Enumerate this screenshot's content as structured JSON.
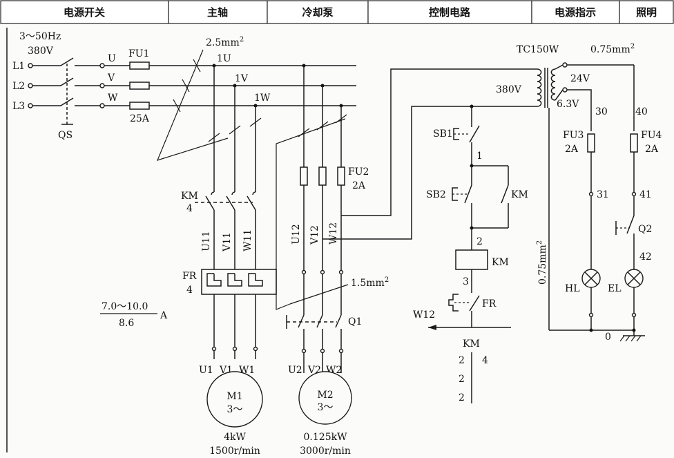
{
  "header": {
    "sections": [
      "电源开关",
      "主轴",
      "冷却泵",
      "控制电路",
      "电源指示",
      "照明"
    ]
  },
  "power": {
    "supply": "3～50Hz",
    "voltage": "380V",
    "lines": [
      "L1",
      "L2",
      "L3"
    ],
    "phases": [
      "U",
      "V",
      "W"
    ],
    "switch": "QS",
    "fuse": "FU1",
    "fuse_rating": "25A",
    "wire_size": "2.5mm",
    "wire_exp": "2",
    "buses": [
      "1U",
      "1V",
      "1W"
    ]
  },
  "spindle": {
    "contactor": "KM",
    "contactor_no": "4",
    "wires": [
      "U11",
      "V11",
      "W11"
    ],
    "relay": "FR",
    "relay_no": "4",
    "current_num": "7.0～10.0",
    "current_den": "8.6",
    "current_unit": "A",
    "terminals": [
      "U1",
      "V1",
      "W1"
    ],
    "motor": "M1",
    "motor_phase": "3～",
    "power": "4kW",
    "speed": "1500r/min"
  },
  "coolant": {
    "fuse": "FU2",
    "fuse_rating": "2A",
    "wires": [
      "U12",
      "V12",
      "W12"
    ],
    "wire_size": "1.5mm",
    "wire_exp": "2",
    "switch": "Q1",
    "terminals": [
      "U2",
      "V2",
      "W2"
    ],
    "motor": "M2",
    "motor_phase": "3～",
    "power": "0.125kW",
    "speed": "3000r/min"
  },
  "transformer": {
    "name": "TC150W",
    "primary": "380V",
    "sec1": "24V",
    "sec2": "6.3V",
    "wire_size": "0.75mm",
    "wire_exp": "2"
  },
  "control": {
    "stop": "SB1",
    "start": "SB2",
    "hold": "KM",
    "coil": "KM",
    "relay": "FR",
    "nodes": [
      "1",
      "2",
      "3"
    ],
    "return_wire": "W12"
  },
  "km_table": {
    "title": "KM",
    "left": [
      "2",
      "2",
      "2"
    ],
    "right": [
      "4"
    ]
  },
  "indicator": {
    "fuse": "FU3",
    "fuse_rating": "2A",
    "nodes": [
      "30",
      "31"
    ],
    "lamp": "HL",
    "wire_size": "0.75mm",
    "wire_exp": "2"
  },
  "lighting": {
    "fuse": "FU4",
    "fuse_rating": "2A",
    "nodes": [
      "40",
      "41",
      "42"
    ],
    "switch": "Q2",
    "lamp": "EL",
    "ground": "0"
  }
}
